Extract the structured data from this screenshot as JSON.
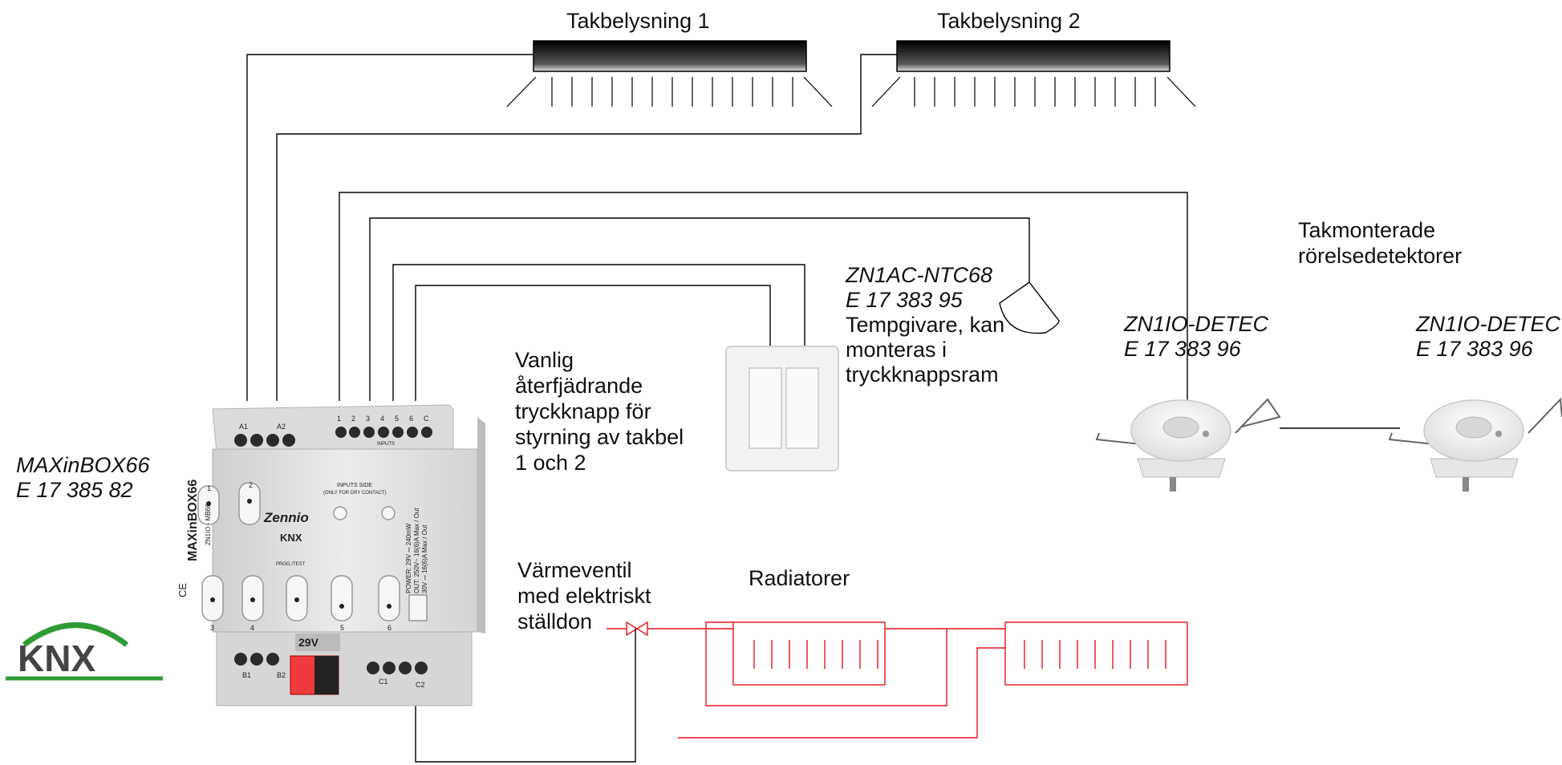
{
  "lights": {
    "light1_label": "Takbelysning 1",
    "light2_label": "Takbelysning 2"
  },
  "sensor_heading": {
    "line1": "Takmonterade",
    "line2": "rörelsedetektorer"
  },
  "thermo": {
    "model": "ZN1AC-NTC68",
    "code": "E 17 383 95",
    "desc1": "Tempgivare, kan",
    "desc2": "monteras i",
    "desc3": "tryckknappsram"
  },
  "detector1": {
    "model": "ZN1IO-DETEC",
    "code": "E 17 383 96"
  },
  "detector2": {
    "model": "ZN1IO-DETEC",
    "code": "E 17 383 96"
  },
  "pushbutton": {
    "l1": "Vanlig",
    "l2": "återfjädrande",
    "l3": "tryckknapp för",
    "l4": "styrning av takbel",
    "l5": "1 och 2"
  },
  "actuator": {
    "model": "MAXinBOX66",
    "code": "E 17 385 82",
    "brand": "Zennio",
    "knx_mark": "KNX",
    "product_name": "MAXinBOX66",
    "product_code": "ZN1IO - MB66",
    "a1": "A1",
    "a2": "A2",
    "b1": "B1",
    "b2": "B2",
    "c1": "C1",
    "c2": "C2",
    "in1": "1",
    "in2": "2",
    "in3": "3",
    "in4": "4",
    "in5": "5",
    "in6": "6",
    "inc": "C",
    "inputs": "INPUTS",
    "inputs_side": "INPUTS SIDE",
    "dry_contact": "(ONLY FOR DRY CONTACT)",
    "prog": "PROG./TEST",
    "bus_voltage": "29V",
    "ch1": "1",
    "ch2": "2",
    "ch3": "3",
    "ch4": "4",
    "ch5": "5",
    "ch6": "6",
    "ce": "CE",
    "power_line": "POWER: 29V ⎓ 240mW",
    "out_line": "OUT: 250V~ 16(6)A Max / Out",
    "out_line2": "30V ⎓ 16(6)A Max / Out"
  },
  "valve": {
    "l1": "Värmeventil",
    "l2": "med elektriskt",
    "l3": "ställdon"
  },
  "radiators_label": "Radiatorer",
  "knx_logo_text": "KNX",
  "colors": {
    "wire": "#000000",
    "heating_pipe": "#e8141b",
    "knx_green": "#2f9a36",
    "knx_blue": "#1d5aa8",
    "knx_text": "#444444",
    "device_body": "#e8e8e8"
  }
}
